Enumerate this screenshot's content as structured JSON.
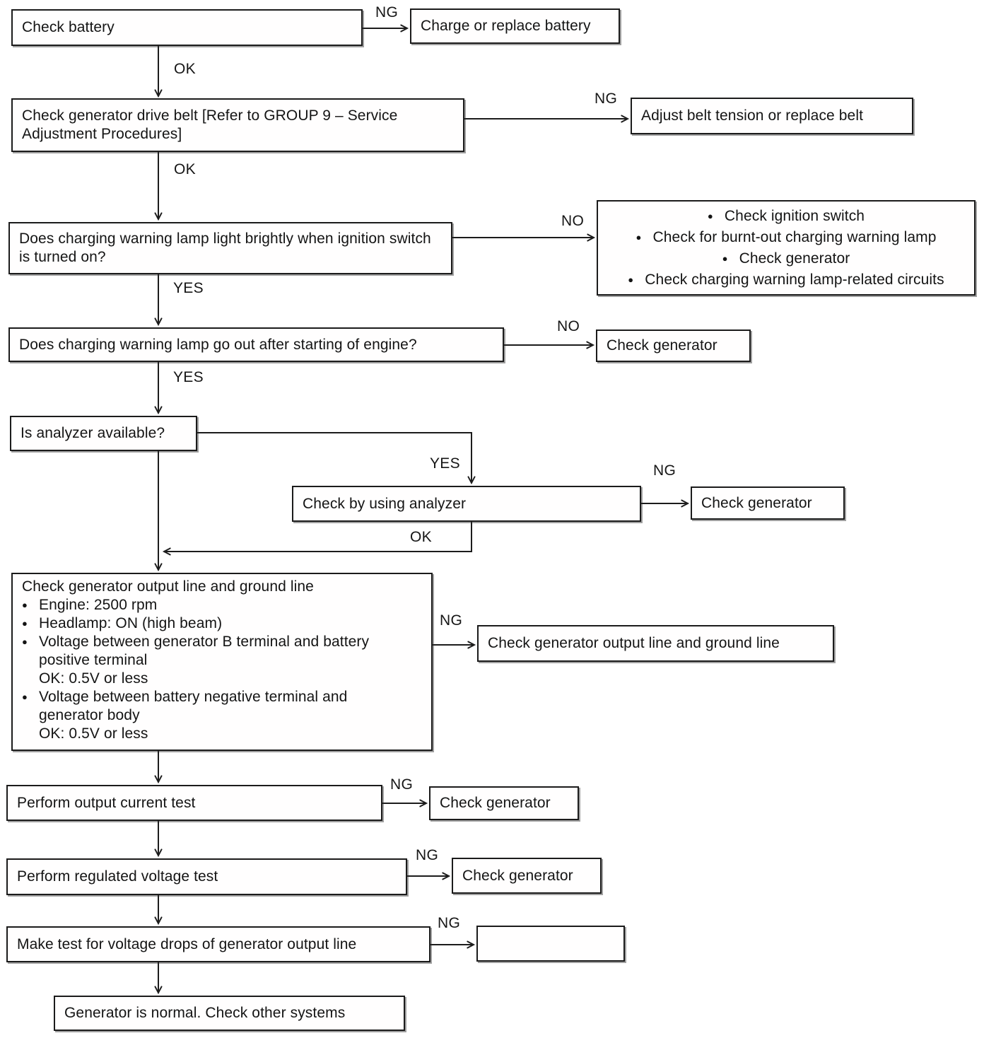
{
  "labels": {
    "ok": "OK",
    "yes": "YES",
    "no": "NO",
    "ng": "NG"
  },
  "icons": {
    "bullet": "●"
  },
  "nodes": {
    "check_battery": "Check battery",
    "charge_battery": "Charge or replace battery",
    "check_belt": "Check generator drive belt [Refer to GROUP 9 – Service Adjustment Procedures]",
    "adjust_belt": "Adjust belt tension or replace belt",
    "lamp_bright": "Does charging warning lamp light brightly when ignition switch is turned on?",
    "ignition_checks": {
      "items": [
        "Check ignition switch",
        "Check for burnt-out charging warning lamp",
        "Check generator",
        "Check charging warning lamp-related circuits"
      ]
    },
    "lamp_go_out": "Does charging warning lamp go out after starting of engine?",
    "check_generator": "Check generator",
    "analyzer_available": "Is analyzer available?",
    "check_by_analyzer": "Check by using analyzer",
    "main_check": {
      "title": "Check generator output line and ground line",
      "bullets": [
        {
          "lines": [
            "Engine: 2500 rpm"
          ]
        },
        {
          "lines": [
            "Headlamp: ON (high beam)"
          ]
        },
        {
          "lines": [
            "Voltage between generator B terminal and battery",
            "positive terminal",
            "OK: 0.5V or less"
          ]
        },
        {
          "lines": [
            "Voltage between battery negative terminal and",
            "generator body",
            "OK: 0.5V or less"
          ]
        }
      ]
    },
    "check_output_ground_line": "Check generator output line and ground line",
    "output_current_test": "Perform output current test",
    "regulated_voltage_test": "Perform regulated voltage test",
    "voltage_drop_test": "Make test for voltage drops of generator output line",
    "generator_normal": "Generator is normal. Check other systems"
  },
  "colors": {
    "ink": "#1b1b1b",
    "background": "#ffffff"
  }
}
